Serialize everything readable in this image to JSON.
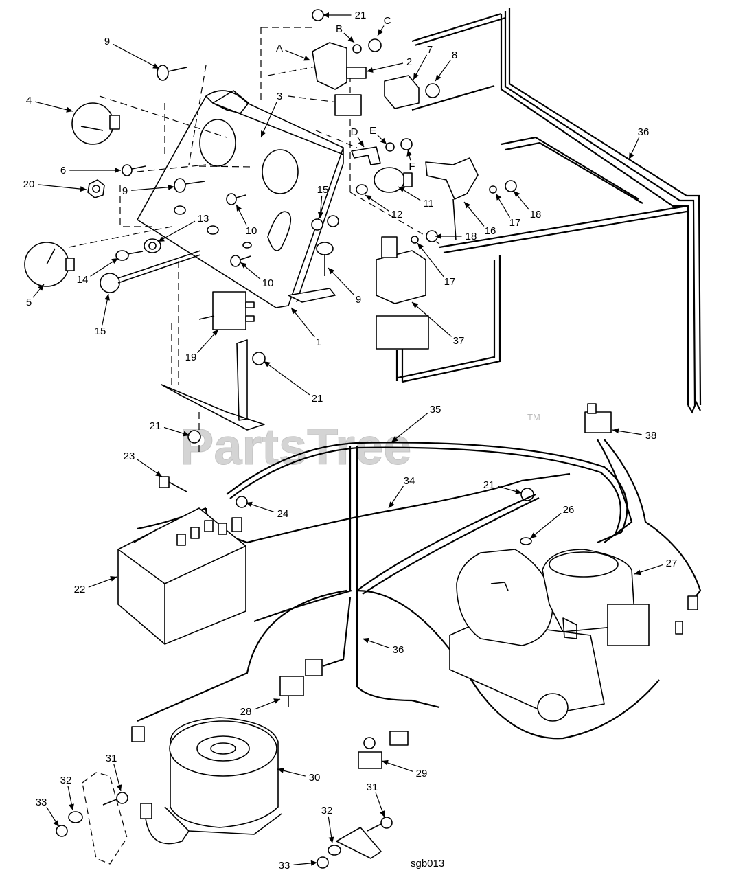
{
  "watermark": {
    "text": "PartsTree",
    "trademark": "TM"
  },
  "drawing_code": "sgb013",
  "callouts": [
    {
      "id": "c-21a",
      "text": "21"
    },
    {
      "id": "c-B",
      "text": "B"
    },
    {
      "id": "c-C",
      "text": "C"
    },
    {
      "id": "c-A",
      "text": "A"
    },
    {
      "id": "c-2",
      "text": "2"
    },
    {
      "id": "c-7",
      "text": "7"
    },
    {
      "id": "c-8",
      "text": "8"
    },
    {
      "id": "c-9a",
      "text": "9"
    },
    {
      "id": "c-4",
      "text": "4"
    },
    {
      "id": "c-3",
      "text": "3"
    },
    {
      "id": "c-36a",
      "text": "36"
    },
    {
      "id": "c-D",
      "text": "D"
    },
    {
      "id": "c-E",
      "text": "E"
    },
    {
      "id": "c-F",
      "text": "F"
    },
    {
      "id": "c-6",
      "text": "6"
    },
    {
      "id": "c-20",
      "text": "20"
    },
    {
      "id": "c-9b",
      "text": "9"
    },
    {
      "id": "c-15a",
      "text": "15"
    },
    {
      "id": "c-12",
      "text": "12"
    },
    {
      "id": "c-11",
      "text": "11"
    },
    {
      "id": "c-16",
      "text": "16"
    },
    {
      "id": "c-17a",
      "text": "17"
    },
    {
      "id": "c-18a",
      "text": "18"
    },
    {
      "id": "c-10a",
      "text": "10"
    },
    {
      "id": "c-13",
      "text": "13"
    },
    {
      "id": "c-18b",
      "text": "18"
    },
    {
      "id": "c-17b",
      "text": "17"
    },
    {
      "id": "c-14",
      "text": "14"
    },
    {
      "id": "c-10b",
      "text": "10"
    },
    {
      "id": "c-9c",
      "text": "9"
    },
    {
      "id": "c-5",
      "text": "5"
    },
    {
      "id": "c-15b",
      "text": "15"
    },
    {
      "id": "c-1",
      "text": "1"
    },
    {
      "id": "c-37",
      "text": "37"
    },
    {
      "id": "c-19",
      "text": "19"
    },
    {
      "id": "c-21b",
      "text": "21"
    },
    {
      "id": "c-35",
      "text": "35"
    },
    {
      "id": "c-38",
      "text": "38"
    },
    {
      "id": "c-21c",
      "text": "21"
    },
    {
      "id": "c-23",
      "text": "23"
    },
    {
      "id": "c-34",
      "text": "34"
    },
    {
      "id": "c-21d",
      "text": "21"
    },
    {
      "id": "c-24",
      "text": "24"
    },
    {
      "id": "c-26",
      "text": "26"
    },
    {
      "id": "c-27",
      "text": "27"
    },
    {
      "id": "c-22",
      "text": "22"
    },
    {
      "id": "c-36b",
      "text": "36"
    },
    {
      "id": "c-28",
      "text": "28"
    },
    {
      "id": "c-29",
      "text": "29"
    },
    {
      "id": "c-31a",
      "text": "31"
    },
    {
      "id": "c-30",
      "text": "30"
    },
    {
      "id": "c-32a",
      "text": "32"
    },
    {
      "id": "c-33a",
      "text": "33"
    },
    {
      "id": "c-31b",
      "text": "31"
    },
    {
      "id": "c-32b",
      "text": "32"
    },
    {
      "id": "c-33b",
      "text": "33"
    }
  ]
}
